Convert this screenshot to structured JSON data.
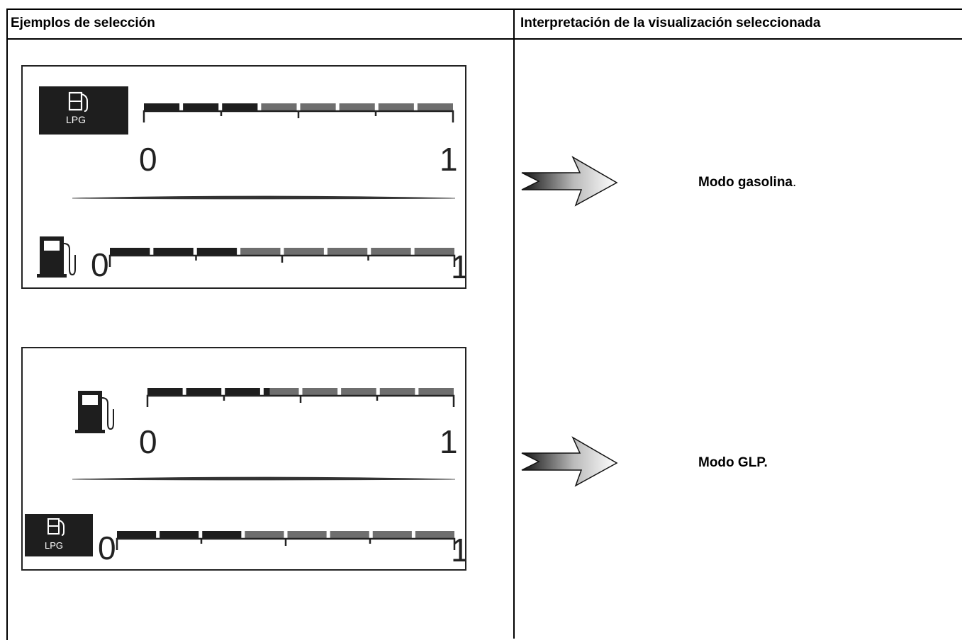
{
  "table": {
    "header_left": "Ejemplos de selección",
    "header_right": "Interpretación de la visualización seleccionada"
  },
  "rows": [
    {
      "top_gauge": {
        "icon": "lpg-pump-icon",
        "icon_label": "LPG",
        "min_label": "0",
        "max_label": "1",
        "fill": 0.375
      },
      "bottom_gauge": {
        "icon": "fuel-pump-icon",
        "min_label": "0",
        "max_label": "1",
        "fill": 0.375
      },
      "mode_bold": "Modo gasolina",
      "mode_suffix": "."
    },
    {
      "top_gauge": {
        "icon": "fuel-pump-icon",
        "min_label": "0",
        "max_label": "1",
        "fill": 0.4
      },
      "bottom_gauge": {
        "icon": "lpg-pump-icon",
        "icon_label": "LPG",
        "min_label": "0",
        "max_label": "1",
        "fill": 0.375
      },
      "mode_bold": "Modo GLP.",
      "mode_suffix": ""
    }
  ],
  "colors": {
    "segment_dark": "#1e1e1e",
    "segment_light": "#6e6e6e",
    "border": "#000000"
  }
}
